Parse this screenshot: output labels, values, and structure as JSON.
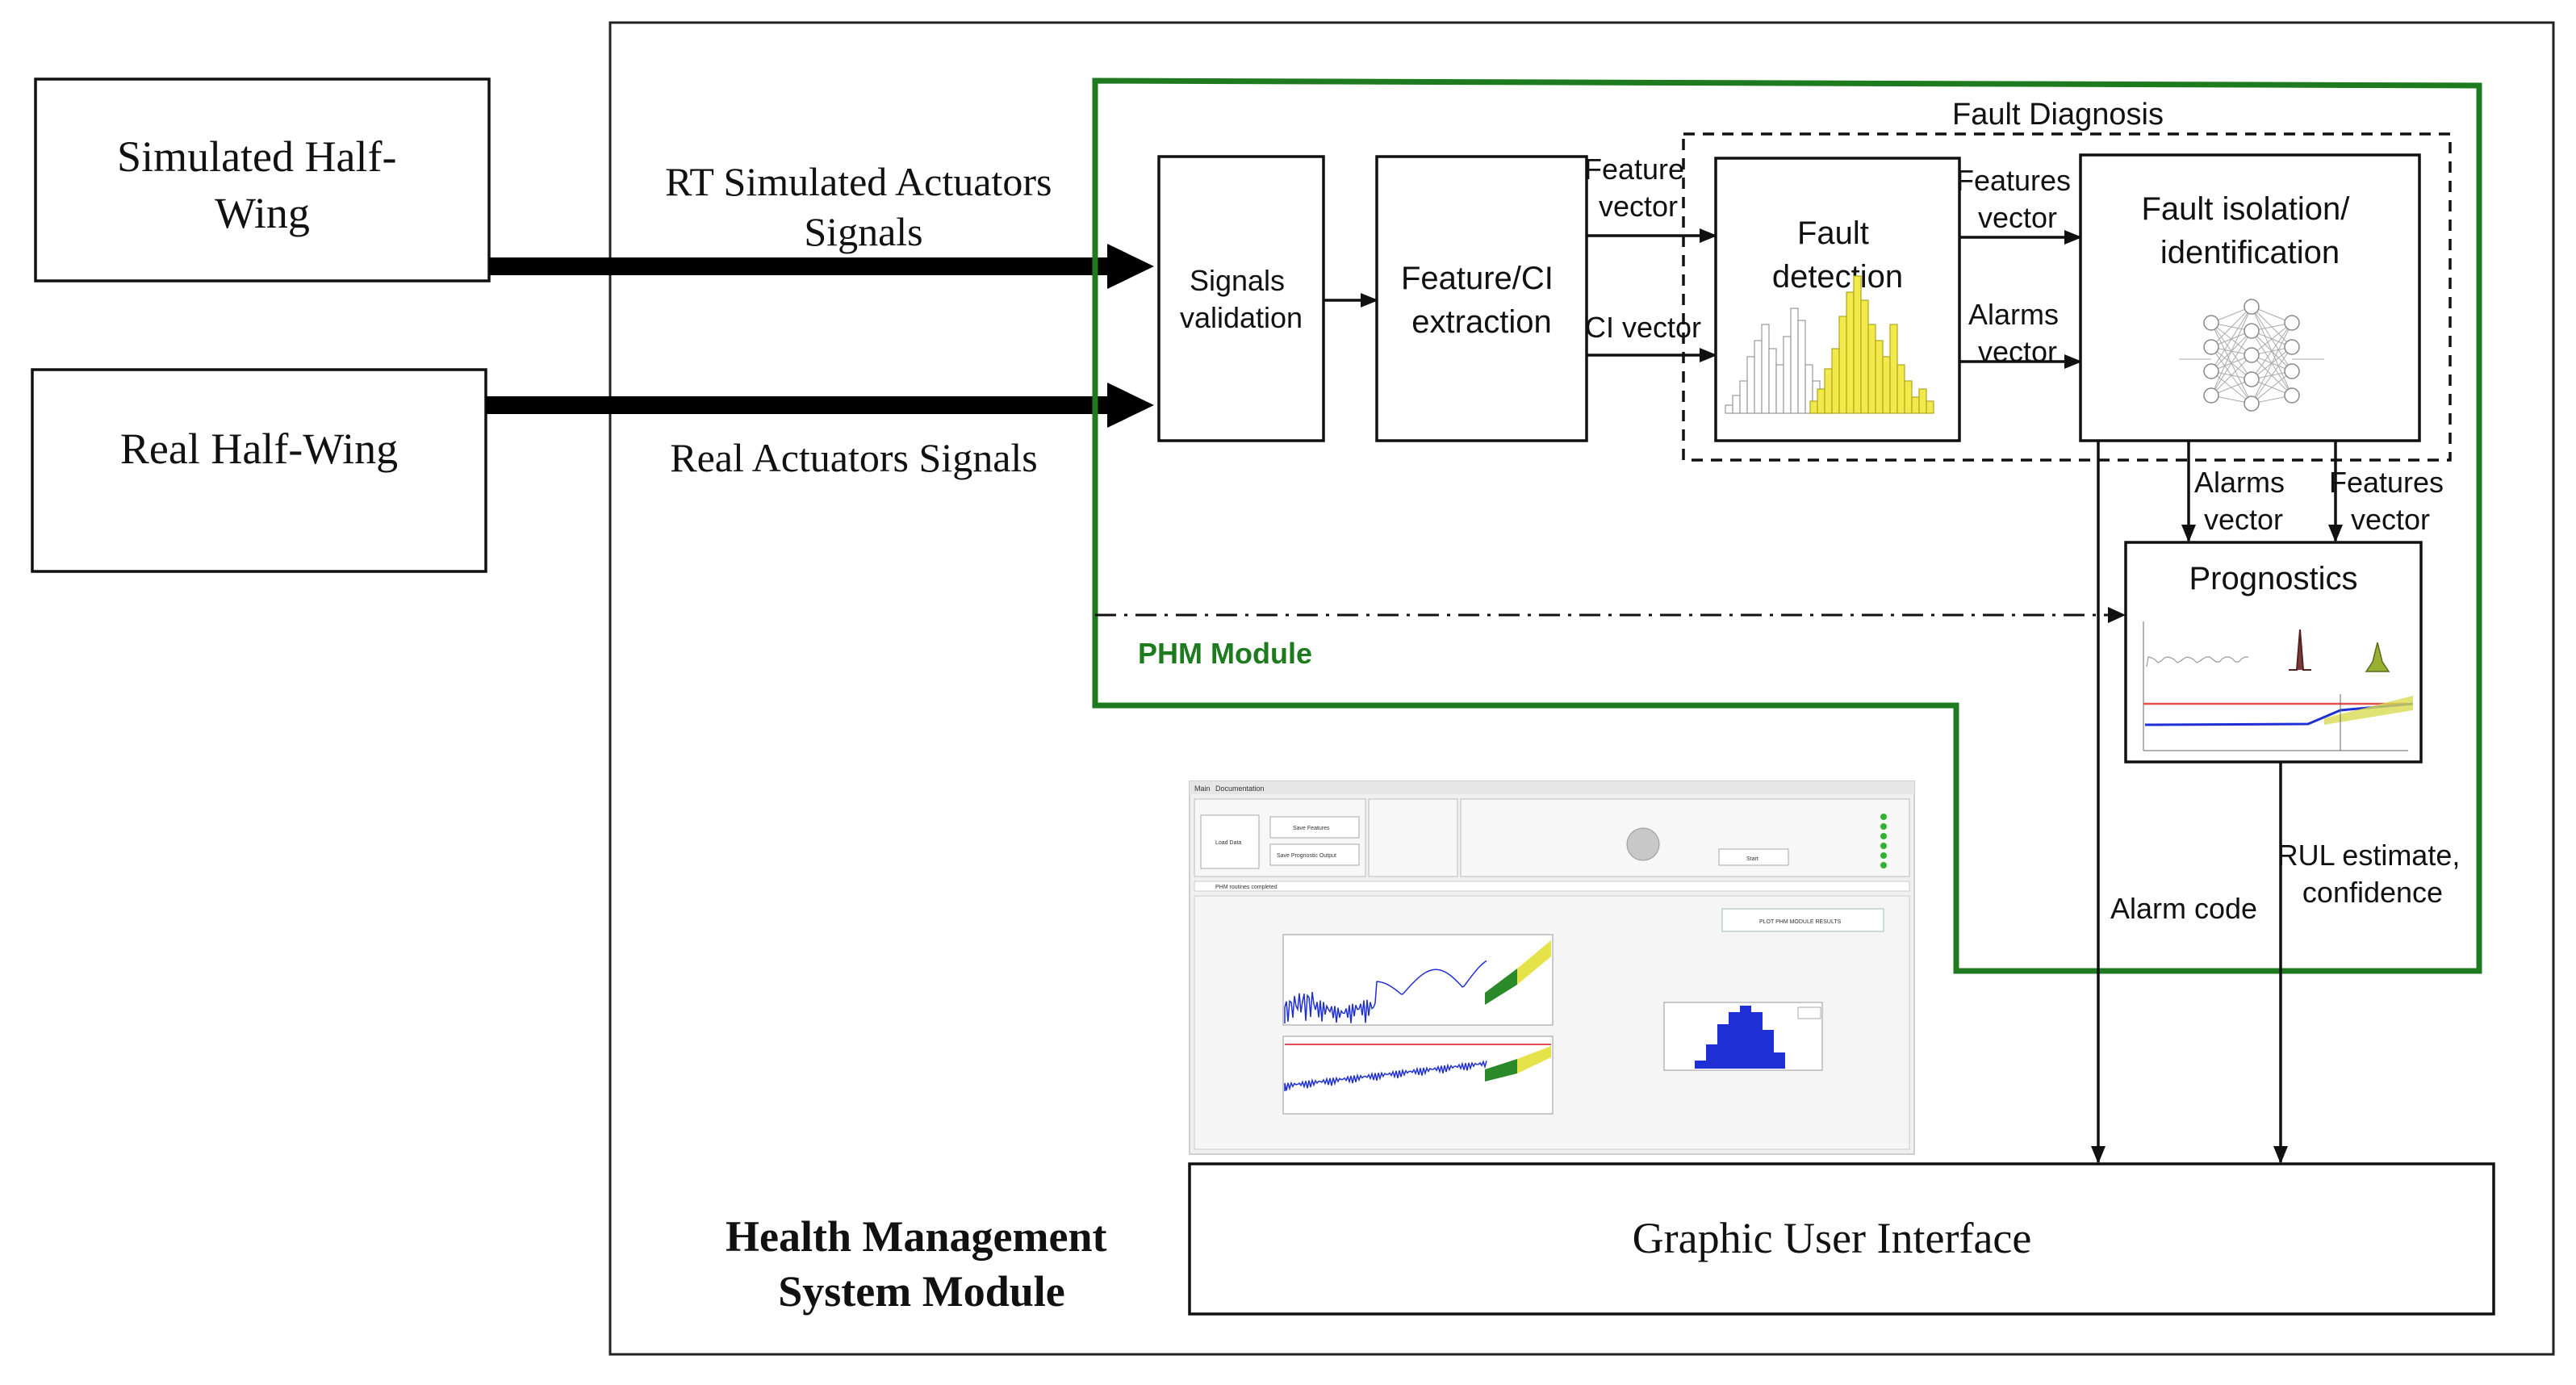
{
  "inputs": {
    "simulated_half_wing": [
      "Simulated Half-",
      "Wing"
    ],
    "real_half_wing": "Real Half-Wing"
  },
  "signals": {
    "rt_simulated": [
      "RT Simulated Actuators",
      "Signals"
    ],
    "real_actuators": "Real Actuators Signals"
  },
  "blocks": {
    "signals_validation": [
      "Signals",
      "validation"
    ],
    "feature_extraction": [
      "Feature/CI",
      "extraction"
    ],
    "fault_detection": [
      "Fault",
      "detection"
    ],
    "fault_isolation": [
      "Fault isolation/",
      "identification"
    ],
    "prognostics": "Prognostics",
    "gui": "Graphic User Interface"
  },
  "arrow_labels": {
    "feature_vector": [
      "Feature",
      "vector"
    ],
    "ci_vector": "CI vector",
    "features_vector_1": [
      "Features",
      "vector"
    ],
    "alarms_vector_1": [
      "Alarms",
      "vector"
    ],
    "alarms_vector_2": [
      "Alarms",
      "vector"
    ],
    "features_vector_2": [
      "Features",
      "vector"
    ],
    "alarm_code": "Alarm code",
    "rul_estimate": [
      "RUL estimate,",
      "confidence"
    ]
  },
  "groups": {
    "fault_diagnosis": "Fault Diagnosis",
    "phm_module": "PHM Module",
    "hms_module": [
      "Health Management",
      "System Module"
    ]
  },
  "colors": {
    "phm_border": "#1e7a1e",
    "histogram_highlight": "#f2ea4a",
    "plot_blue": "#1f2fd6",
    "plot_green": "#2a8a2a",
    "plot_red": "#e05050"
  },
  "gui_screenshot": {
    "tabs": [
      "Main",
      "Documentation"
    ],
    "buttons": [
      "Load Data",
      "Save Features",
      "Save Prognostic Output",
      "Start",
      "PLOT PHM MODULE RESULTS"
    ],
    "status": "PHM routines completed"
  }
}
